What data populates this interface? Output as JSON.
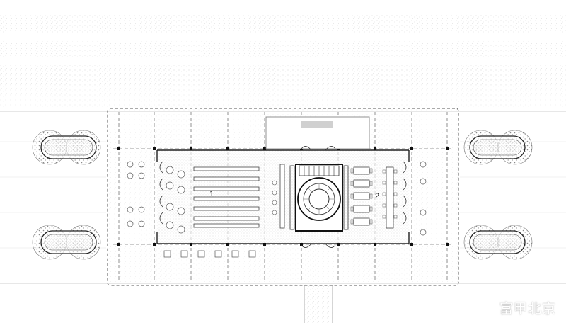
{
  "plan": {
    "zone_labels": {
      "zone_1": "1",
      "zone_2": "2"
    }
  },
  "watermark": {
    "text": "富甲北京"
  },
  "colors": {
    "ink": "#222222",
    "stipple": "#bdbdbd",
    "ground": "#ffffff"
  }
}
